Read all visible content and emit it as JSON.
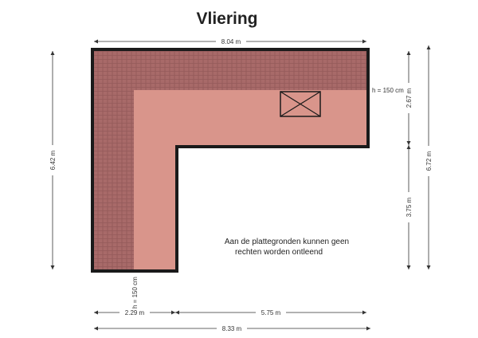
{
  "title": "Vliering",
  "dimensions": {
    "top_width": "8.04 m",
    "left_height": "6.42 m",
    "right_upper": "2.67 m",
    "right_lower": "3.75 m",
    "right_total": "6.72 m",
    "bottom_left": "2.29 m",
    "bottom_right": "5.75 m",
    "bottom_total": "8.33 m"
  },
  "height_labels": {
    "right": "h = 150 cm",
    "bottom": "h = 150 cm"
  },
  "disclaimer": {
    "line1": "Aan de plattegronden kunnen geen",
    "line2": "rechten worden ontleend"
  },
  "colors": {
    "floor": "#d9958b",
    "roof_slope": "#a86a69",
    "wall": "#1a1a1a"
  }
}
